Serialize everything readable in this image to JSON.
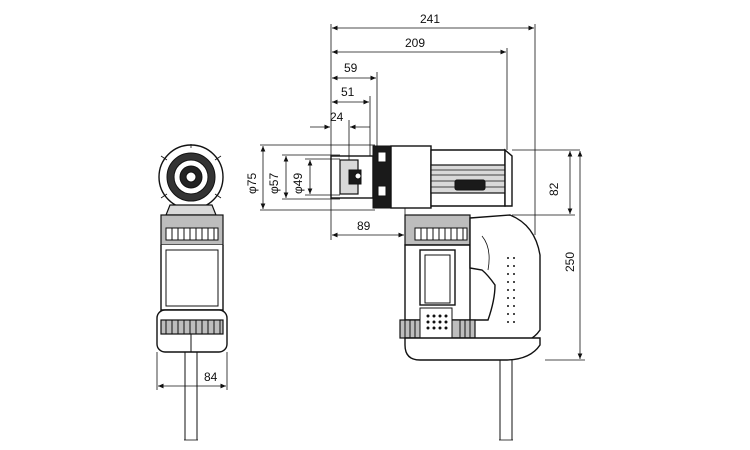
{
  "dimensions": {
    "overall_length": "241",
    "body_length": "209",
    "head_length_59": "59",
    "head_length_51": "51",
    "head_length_24": "24",
    "diameter_75": "φ75",
    "diameter_57": "φ57",
    "diameter_49": "φ49",
    "head_to_grip": "89",
    "top_height": "82",
    "overall_height": "250",
    "width": "84"
  }
}
